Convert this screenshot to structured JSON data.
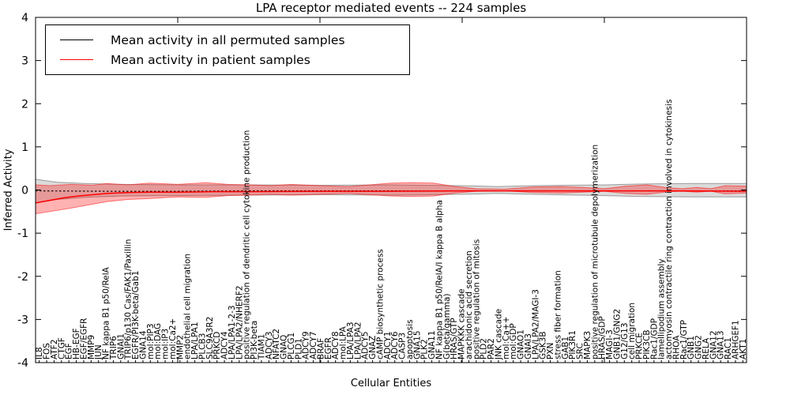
{
  "title": "LPA receptor mediated events -- 224 samples",
  "axes": {
    "x_label": "Cellular Entities",
    "y_label": "Inferred Activity",
    "y_ticks": [
      4,
      3,
      2,
      1,
      0,
      -1,
      -2,
      -3,
      -4
    ],
    "ylim": [
      -4,
      4
    ],
    "x_major_tick_fractions": [
      0.2,
      0.4,
      0.6,
      0.8
    ]
  },
  "legend": {
    "items": [
      {
        "label": "Mean activity in all permuted samples",
        "color": "#000000"
      },
      {
        "label": "Mean activity in patient samples",
        "color": "#ff0000"
      }
    ]
  },
  "colors": {
    "background": "#ffffff",
    "axis": "#000000",
    "permuted_line": "#000000",
    "patient_line": "#ff0000",
    "permuted_band": "#bdbdbd",
    "patient_band": "#ff4d4d"
  },
  "chart_data": {
    "type": "line",
    "title": "LPA receptor mediated events -- 224 samples",
    "xlabel": "Cellular Entities",
    "ylabel": "Inferred Activity",
    "ylim": [
      -4,
      4
    ],
    "grid": false,
    "legend_position": "upper left",
    "x_labels": [
      "IL8",
      "FOS",
      "ATF2",
      "CTGF",
      "EGF",
      "HB-EGF",
      "EGF/EGFR",
      "MMP9",
      "JUN",
      "NF kappa B1 p50/RelA",
      "TRIP6",
      "GNAI1",
      "TRIP6/p130 Cas/FAK1/Paxillin",
      "EGFR/PI3K-beta/Gab1",
      "GNA14",
      "mol:PIP3",
      "mol:DAG",
      "mol:IP3",
      "mol:Ca2+",
      "MMP2",
      "endothelial cell migration",
      "LPA/LPA1",
      "PLCB3",
      "SLC9A3R2",
      "PRKCD",
      "ADCY4",
      "LPA/LPA1-2-3",
      "LPA/LPA2/NHERF2",
      "positive regulation of dendritic cell cytokine production",
      "PI3K-beta",
      "TIAM1",
      "ADCY3",
      "NFATC2",
      "GNAQ",
      "PLCG1",
      "PLD1",
      "ADCY9",
      "ADCY7",
      "BRAF",
      "EGFR",
      "ADCY8",
      "mol:LPA",
      "LPA/LPA3",
      "LPA/LPA2",
      "ADCY5",
      "GNAZ",
      "cAMP biosynthetic process",
      "ADCY1",
      "ADCY6",
      "CASP3",
      "apoptosis",
      "GNA15",
      "PLK2",
      "GNA11",
      "NF kappa B1 p50/RelA/I kappa B alpha",
      "G(beta/gamma)",
      "HRAS/GTP",
      "MAPKKK cascade",
      "arachidonic acid secretion",
      "positive regulation of mitosis",
      "PLD2",
      "PAR2",
      "JNK cascade",
      "mol:Ca++",
      "mol:GDP",
      "GNAO1",
      "GNAI3",
      "LPA/LPA2/MAGI-3",
      "GSK3B",
      "PXN",
      "stress fiber formation",
      "GAB1",
      "PIK3R1",
      "SRC",
      "MAPK3",
      "positive regulation of microtubule depolymerization",
      "HRAS/GDP",
      "MAGI-3",
      "GNB1/GNG2",
      "G12/G13",
      "cell migration",
      "PRKCE",
      "PIK3CB",
      "Rac1/GDP",
      "lamellipodium assembly",
      "actomyosin contractile ring contraction involved in cytokinesis",
      "RHOA",
      "Rac1/GTP",
      "GNB1",
      "GNG2",
      "RELA",
      "GNA12",
      "GNA13",
      "RAC1",
      "ARHGEF1",
      "AKT1"
    ],
    "series": [
      {
        "name": "Mean activity in all permuted samples",
        "color": "#000000",
        "style": "dashed",
        "points": [
          [
            0,
            -0.02
          ],
          [
            0.1,
            -0.03
          ],
          [
            0.2,
            -0.03
          ],
          [
            0.3,
            -0.02
          ],
          [
            0.4,
            -0.02
          ],
          [
            0.5,
            -0.02
          ],
          [
            0.6,
            -0.02
          ],
          [
            0.7,
            -0.02
          ],
          [
            0.8,
            -0.02
          ],
          [
            0.9,
            -0.02
          ],
          [
            1,
            -0.02
          ]
        ]
      },
      {
        "name": "Mean activity in patient samples",
        "color": "#ff0000",
        "style": "solid",
        "points": [
          [
            0,
            -0.3
          ],
          [
            0.02,
            -0.24
          ],
          [
            0.04,
            -0.18
          ],
          [
            0.06,
            -0.14
          ],
          [
            0.08,
            -0.11
          ],
          [
            0.1,
            -0.08
          ],
          [
            0.13,
            -0.06
          ],
          [
            0.16,
            -0.05
          ],
          [
            0.2,
            -0.05
          ],
          [
            0.25,
            -0.04
          ],
          [
            0.3,
            -0.04
          ],
          [
            0.4,
            -0.03
          ],
          [
            0.5,
            -0.03
          ],
          [
            0.6,
            -0.02
          ],
          [
            0.7,
            -0.02
          ],
          [
            0.8,
            -0.02
          ],
          [
            0.9,
            -0.02
          ],
          [
            1,
            -0.03
          ]
        ]
      }
    ],
    "bands": [
      {
        "name": "permuted-samples-range",
        "color": "#000000",
        "opacity": 0.14,
        "upper": [
          [
            0,
            0.25
          ],
          [
            0.03,
            0.18
          ],
          [
            0.07,
            0.15
          ],
          [
            0.12,
            0.13
          ],
          [
            0.2,
            0.12
          ],
          [
            0.3,
            0.12
          ],
          [
            0.4,
            0.11
          ],
          [
            0.5,
            0.12
          ],
          [
            0.6,
            0.1
          ],
          [
            0.65,
            0.08
          ],
          [
            0.7,
            0.1
          ],
          [
            0.8,
            0.12
          ],
          [
            0.85,
            0.14
          ],
          [
            0.92,
            0.15
          ],
          [
            1,
            0.15
          ]
        ],
        "lower": [
          [
            0,
            -0.3
          ],
          [
            0.03,
            -0.22
          ],
          [
            0.07,
            -0.17
          ],
          [
            0.12,
            -0.14
          ],
          [
            0.2,
            -0.13
          ],
          [
            0.3,
            -0.12
          ],
          [
            0.4,
            -0.11
          ],
          [
            0.5,
            -0.12
          ],
          [
            0.6,
            -0.1
          ],
          [
            0.65,
            -0.08
          ],
          [
            0.7,
            -0.1
          ],
          [
            0.8,
            -0.13
          ],
          [
            0.85,
            -0.15
          ],
          [
            0.92,
            -0.16
          ],
          [
            1,
            -0.16
          ]
        ]
      },
      {
        "name": "patient-samples-range",
        "color": "#ff0000",
        "opacity": 0.3,
        "upper": [
          [
            0,
            0.12
          ],
          [
            0.02,
            0.1
          ],
          [
            0.05,
            0.13
          ],
          [
            0.08,
            0.11
          ],
          [
            0.1,
            0.15
          ],
          [
            0.13,
            0.12
          ],
          [
            0.16,
            0.16
          ],
          [
            0.2,
            0.13
          ],
          [
            0.24,
            0.17
          ],
          [
            0.27,
            0.13
          ],
          [
            0.3,
            0.12
          ],
          [
            0.33,
            0.1
          ],
          [
            0.36,
            0.13
          ],
          [
            0.4,
            0.1
          ],
          [
            0.44,
            0.08
          ],
          [
            0.47,
            0.12
          ],
          [
            0.5,
            0.16
          ],
          [
            0.53,
            0.17
          ],
          [
            0.56,
            0.16
          ],
          [
            0.59,
            0.08
          ],
          [
            0.62,
            0.03
          ],
          [
            0.66,
            0.02
          ],
          [
            0.7,
            0.07
          ],
          [
            0.74,
            0.08
          ],
          [
            0.77,
            0.06
          ],
          [
            0.8,
            0.03
          ],
          [
            0.83,
            0.09
          ],
          [
            0.86,
            0.12
          ],
          [
            0.89,
            0.05
          ],
          [
            0.91,
            0.03
          ],
          [
            0.93,
            0.06
          ],
          [
            0.95,
            0.03
          ],
          [
            0.97,
            0.1
          ],
          [
            1,
            0.09
          ]
        ],
        "lower": [
          [
            0,
            -0.55
          ],
          [
            0.02,
            -0.5
          ],
          [
            0.05,
            -0.42
          ],
          [
            0.08,
            -0.33
          ],
          [
            0.1,
            -0.27
          ],
          [
            0.13,
            -0.22
          ],
          [
            0.16,
            -0.2
          ],
          [
            0.2,
            -0.16
          ],
          [
            0.24,
            -0.17
          ],
          [
            0.27,
            -0.13
          ],
          [
            0.3,
            -0.12
          ],
          [
            0.33,
            -0.1
          ],
          [
            0.36,
            -0.12
          ],
          [
            0.4,
            -0.1
          ],
          [
            0.44,
            -0.08
          ],
          [
            0.47,
            -0.11
          ],
          [
            0.5,
            -0.14
          ],
          [
            0.53,
            -0.15
          ],
          [
            0.56,
            -0.14
          ],
          [
            0.59,
            -0.07
          ],
          [
            0.62,
            -0.03
          ],
          [
            0.66,
            -0.02
          ],
          [
            0.7,
            -0.06
          ],
          [
            0.74,
            -0.07
          ],
          [
            0.77,
            -0.05
          ],
          [
            0.8,
            -0.03
          ],
          [
            0.83,
            -0.08
          ],
          [
            0.86,
            -0.1
          ],
          [
            0.89,
            -0.04
          ],
          [
            0.91,
            -0.03
          ],
          [
            0.93,
            -0.05
          ],
          [
            0.95,
            -0.03
          ],
          [
            0.97,
            -0.09
          ],
          [
            1,
            -0.07
          ]
        ]
      }
    ]
  }
}
